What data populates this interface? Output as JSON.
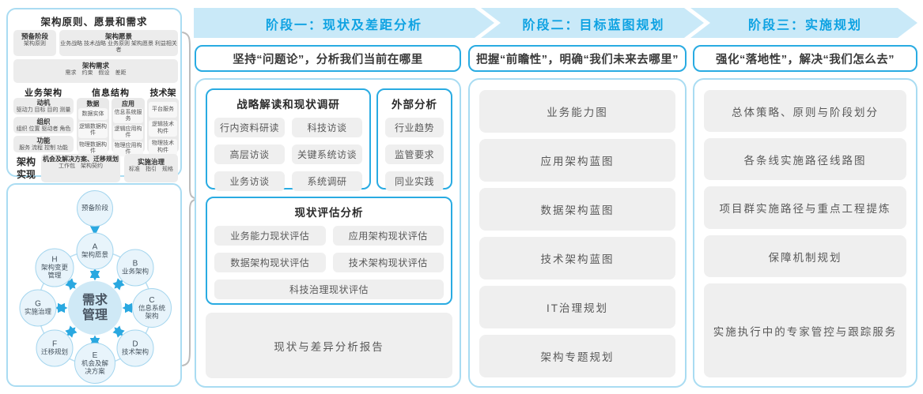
{
  "colors": {
    "accent_blue": "#29abe2",
    "band_fill": "#c9e9f8",
    "band_text": "#0ea2e2",
    "light_blue_border": "#a9dcf2",
    "gray_box": "#efefef",
    "gray_text": "#595959",
    "node_fill": "#e8f4fb",
    "center_node_fill": "#cfe9f6",
    "arrow_blue": "#2aa8e0"
  },
  "left": {
    "title": "架构原则、愿景和需求",
    "prep": {
      "title": "预备阶段",
      "sub": "架构原则"
    },
    "vision": {
      "title": "架构愿景",
      "sub": "业务战略 技术战略 业务原则 架构愿景 利益相关者"
    },
    "requirements": {
      "title": "架构需求",
      "sub": "需求　约束　假设　差距"
    },
    "business": {
      "title": "业务架构",
      "items": [
        {
          "title": "动机",
          "sub": "驱动力 目标 目的 测量"
        },
        {
          "title": "组织",
          "sub": "组织 位置 驱动者 角色"
        },
        {
          "title": "功能",
          "sub": "服务 流程 控制 功能"
        }
      ]
    },
    "information": {
      "title": "信息结构",
      "data_col": {
        "title": "数据",
        "items": [
          "数据实体",
          "逻辑数据构件",
          "物理数据构件"
        ]
      },
      "app_col": {
        "title": "应用",
        "items": [
          "信息系统服务",
          "逻辑应用构件",
          "物理应用构件"
        ]
      }
    },
    "technology": {
      "title": "技术架构",
      "items": [
        "平台服务",
        "逻辑技术构件",
        "物理技术构件"
      ]
    },
    "realization": {
      "label": "架构实现",
      "box1": {
        "title": "机会及解决方案、迁移规划",
        "sub": "工作包　架构契约"
      },
      "box2": {
        "title": "实施治理",
        "sub": "标准　指引　规格"
      }
    }
  },
  "adm": {
    "prep": "预备阶段",
    "center": "需求管理",
    "nodes": [
      {
        "letter": "A",
        "label": "架构愿景"
      },
      {
        "letter": "B",
        "label": "业务架构"
      },
      {
        "letter": "C",
        "label": "信息系统架构"
      },
      {
        "letter": "D",
        "label": "技术架构"
      },
      {
        "letter": "E",
        "label": "机会及解决方案"
      },
      {
        "letter": "F",
        "label": "迁移规划"
      },
      {
        "letter": "G",
        "label": "实施治理"
      },
      {
        "letter": "H",
        "label": "架构变更管理"
      }
    ]
  },
  "phase1": {
    "header": "阶段一：现状及差距分析",
    "banner": "坚持“问题论”，分析我们当前在哪里",
    "strategy_box": {
      "title": "战略解读和现状调研",
      "items": [
        "行内资料研读",
        "科技访谈",
        "高层访谈",
        "关键系统访谈",
        "业务访谈",
        "系统调研"
      ]
    },
    "external_box": {
      "title": "外部分析",
      "items": [
        "行业趋势",
        "监管要求",
        "同业实践"
      ]
    },
    "assessment_box": {
      "title": "现状评估分析",
      "items": [
        "业务能力现状评估",
        "应用架构现状评估",
        "数据架构现状评估",
        "技术架构现状评估",
        "科技治理现状评估"
      ]
    },
    "report": "现状与差异分析报告"
  },
  "phase2": {
    "header": "阶段二：目标蓝图规划",
    "banner": "把握“前瞻性”，明确“我们未来去哪里”",
    "items": [
      "业务能力图",
      "应用架构蓝图",
      "数据架构蓝图",
      "技术架构蓝图",
      "IT治理规划",
      "架构专题规划"
    ]
  },
  "phase3": {
    "header": "阶段三：实施规划",
    "banner": "强化“落地性”，解决“我们怎么去”",
    "items": [
      "总体策略、原则与阶段划分",
      "各条线实施路径线路图",
      "项目群实施路径与重点工程提炼",
      "保障机制规划",
      "实施执行中的专家管控与跟踪服务"
    ]
  }
}
